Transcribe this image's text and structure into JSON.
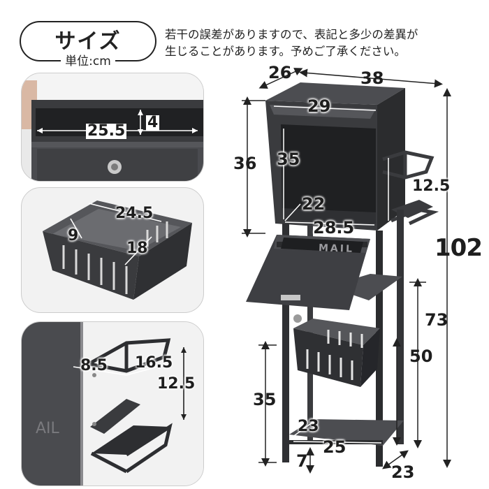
{
  "header": {
    "title": "サイズ",
    "unit_label": "単位:cm",
    "note_line1": "若干の誤差がありますので、表記と多少の差異が",
    "note_line2": "生じることがあります。予めご了承ください。"
  },
  "detail_slot": {
    "width": "25.5",
    "height": "4"
  },
  "detail_basket": {
    "length": "24.5",
    "height": "9",
    "width": "18"
  },
  "detail_holder": {
    "width_a": "8.5",
    "width_b": "16.5",
    "height": "12.5",
    "label_fragment": "AIL"
  },
  "main_dims": {
    "depth_top": "26",
    "width_top": "38",
    "slot_width": "29",
    "box_height": "36",
    "inner_height": "35",
    "holder_height": "12.5",
    "inner_depth": "22",
    "inner_width": "28.5",
    "total_height": "102",
    "side_height": "73",
    "shelf_height": "50",
    "bottom_height": "35",
    "shelf_depth": "23",
    "shelf_width": "25",
    "foot": "7",
    "base_depth": "23"
  },
  "flap_label": "MAIL",
  "colors": {
    "product": "#3c3d40",
    "product_dark": "#2b2c2e",
    "product_light": "#5a5b5f",
    "dim_line": "#222222"
  }
}
